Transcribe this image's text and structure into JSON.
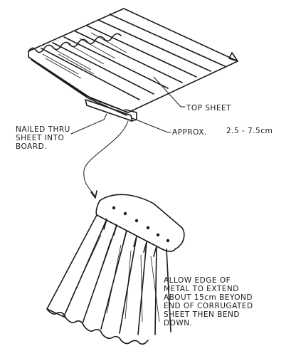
{
  "labels": {
    "top_sheet": "TOP SHEET",
    "nailed": "NAILED THRU\nSHEET INTO\nBOARD.",
    "approx": "APPROX.",
    "approx_value": "2.5 - 7.5cm",
    "allow_edge": "ALLOW EDGE OF\nMETAL TO EXTEND\nABOUT 15cm BEYOND\nEND OF CORRUGATED\nSHEET THEN BEND\nDOWN."
  }
}
